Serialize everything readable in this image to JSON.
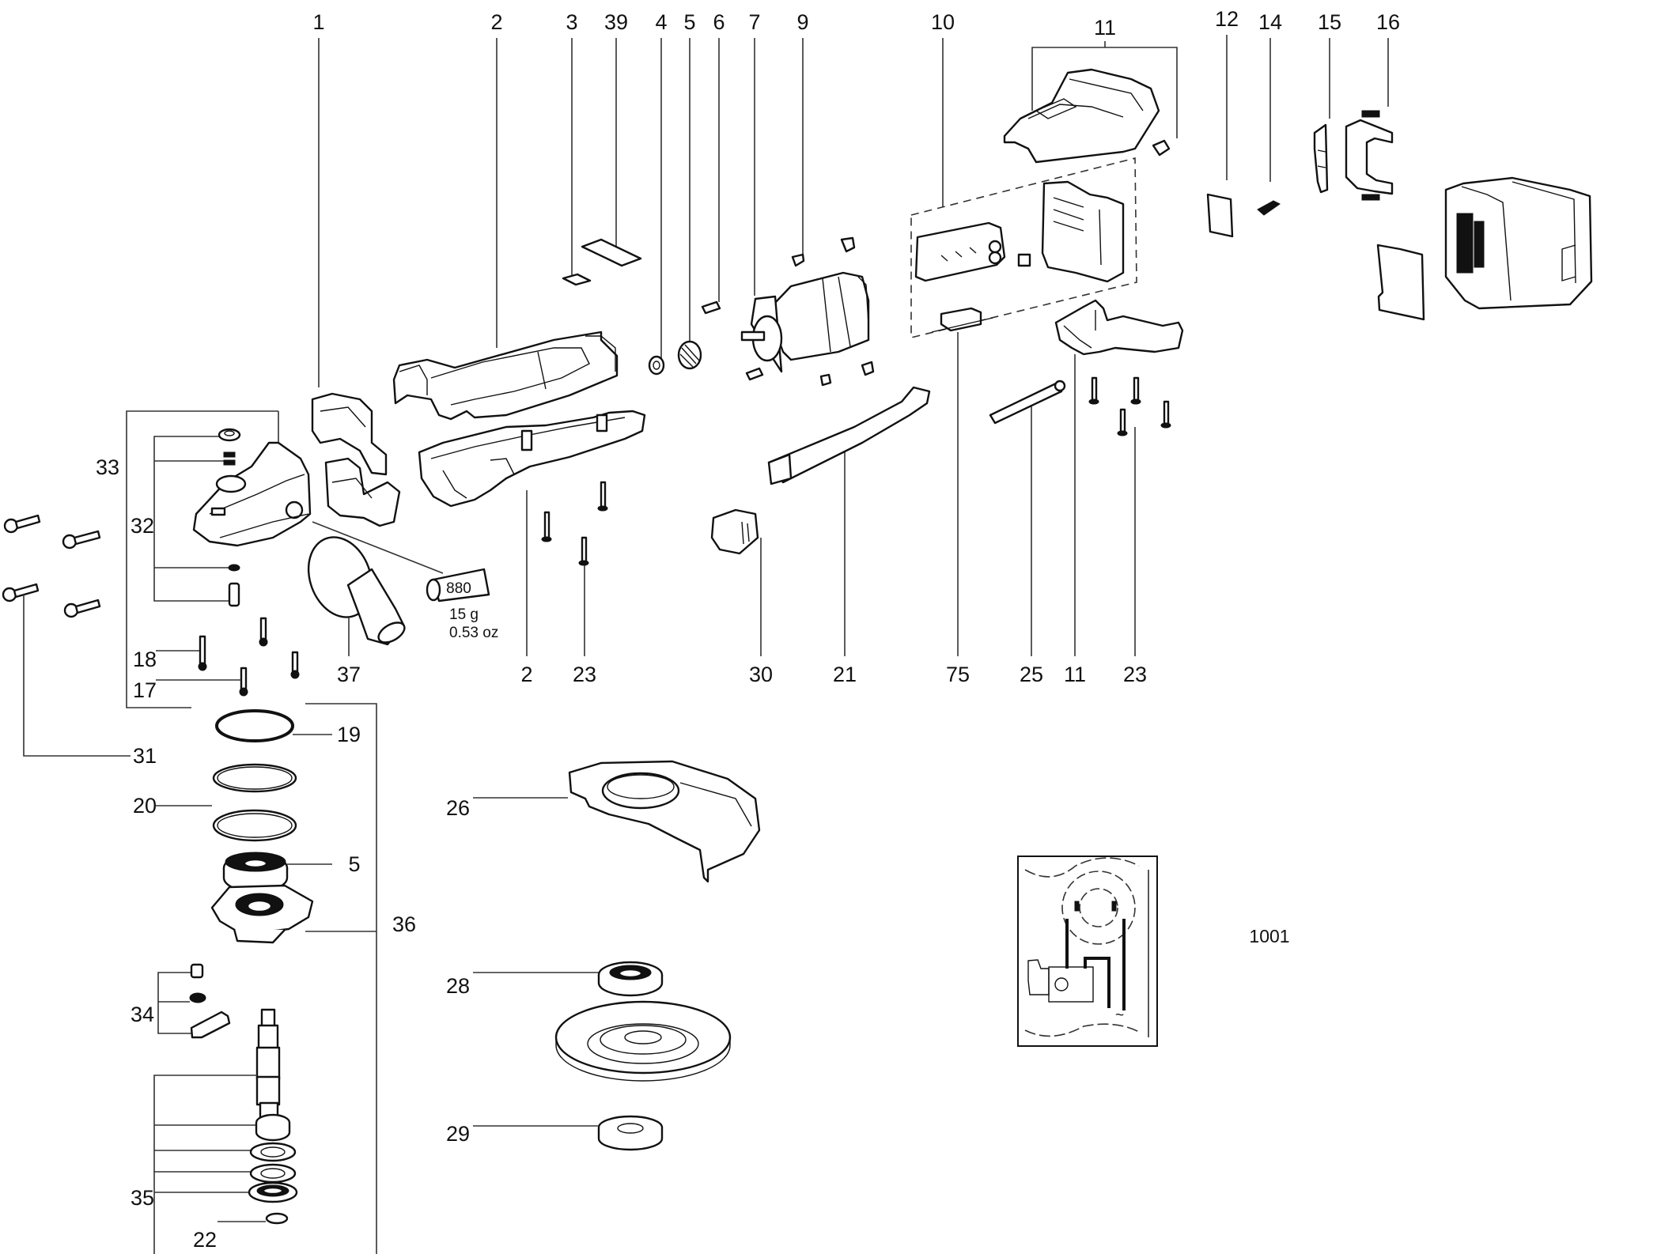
{
  "diagram": {
    "title": "Exploded parts diagram – cordless angle grinder",
    "top_callouts": [
      "1",
      "2",
      "3",
      "39",
      "4",
      "5",
      "6",
      "7",
      "9",
      "10",
      "11",
      "12",
      "14",
      "15",
      "16"
    ],
    "middle_callouts": [
      "18",
      "17",
      "37",
      "2",
      "23",
      "30",
      "21",
      "75",
      "25",
      "11",
      "23"
    ],
    "left_callouts": {
      "c33": "33",
      "c32": "32",
      "c31": "31",
      "c19": "19",
      "c20": "20",
      "c5": "5",
      "c36": "36",
      "c34": "34",
      "c35": "35",
      "c22": "22"
    },
    "guard_callouts": {
      "c26": "26",
      "c28": "28",
      "c29": "29"
    },
    "grease": {
      "code": "880",
      "weight_g": "15 g",
      "weight_oz": "0.53  oz"
    },
    "wiring_inset": {
      "label": "1001",
      "ac_symbol": "~"
    }
  }
}
